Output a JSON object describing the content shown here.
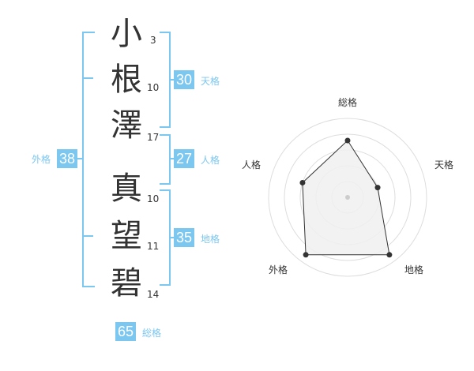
{
  "characters": [
    {
      "char": "小",
      "strokes": "3"
    },
    {
      "char": "根",
      "strokes": "10"
    },
    {
      "char": "澤",
      "strokes": "17"
    },
    {
      "char": "真",
      "strokes": "10"
    },
    {
      "char": "望",
      "strokes": "11"
    },
    {
      "char": "碧",
      "strokes": "14"
    }
  ],
  "grids": {
    "tenkaku": {
      "value": "30",
      "label": "天格"
    },
    "jinkaku": {
      "value": "27",
      "label": "人格"
    },
    "chikaku": {
      "value": "35",
      "label": "地格"
    },
    "gaikaku": {
      "value": "38",
      "label": "外格"
    },
    "soukaku": {
      "value": "65",
      "label": "総格"
    }
  },
  "radar": {
    "axes": [
      "総格",
      "天格",
      "地格",
      "外格",
      "人格"
    ],
    "values": [
      0.72,
      0.4,
      0.9,
      0.9,
      0.6
    ],
    "colors": {
      "ring": "#dddddd",
      "fill": "#f0f0f0",
      "line": "#333333",
      "center": "#cccccc"
    }
  },
  "colors": {
    "accent": "#7cc7ef",
    "text": "#333333"
  }
}
